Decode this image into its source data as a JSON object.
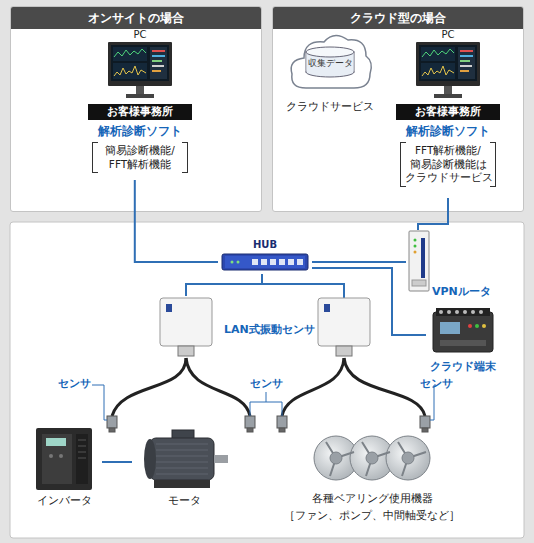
{
  "diagram": {
    "nodes": [
      {
        "text": [
          "オンサイトの場合"
        ]
      },
      {
        "text": [
          "PC",
          "お客様事務所",
          "解析診断ソフト",
          "簡易診断機能/ FFT解析機能"
        ],
        "in": 0
      },
      {
        "text": [
          "クラウド型の場合"
        ]
      },
      {
        "text": [
          "収集データ",
          "クラウドサービス"
        ],
        "in": 2
      },
      {
        "text": [
          "PC",
          "お客様事務所",
          "解析診断ソフト",
          "FFT解析機能/ 簡易診断機能は クラウドサービス"
        ],
        "in": 2
      },
      {
        "text": [
          "HUB"
        ]
      },
      {
        "text": [
          "VPNルータ"
        ]
      },
      {
        "text": [
          "LAN式振動センサ"
        ]
      },
      {
        "text": [
          "クラウド端末"
        ]
      },
      {
        "text": [
          "インバータ"
        ]
      },
      {
        "text": [
          "モータ"
        ]
      },
      {
        "text": [
          "各種ベアリング使用機器",
          "［ファン、ポンプ、中間軸受など］"
        ]
      }
    ],
    "edges": [
      {
        "from": 5,
        "to": 1,
        "arrow": "none"
      },
      {
        "from": 5,
        "to": 6,
        "arrow": "none"
      },
      {
        "from": 6,
        "to": 4,
        "arrow": "none"
      },
      {
        "from": 5,
        "to": 8,
        "arrow": "none"
      },
      {
        "from": 5,
        "to": 7,
        "arrow": "none"
      },
      {
        "from": 9,
        "to": 10,
        "arrow": "none"
      }
    ],
    "labels": [
      "センサ",
      "センサ",
      "センサ"
    ]
  }
}
